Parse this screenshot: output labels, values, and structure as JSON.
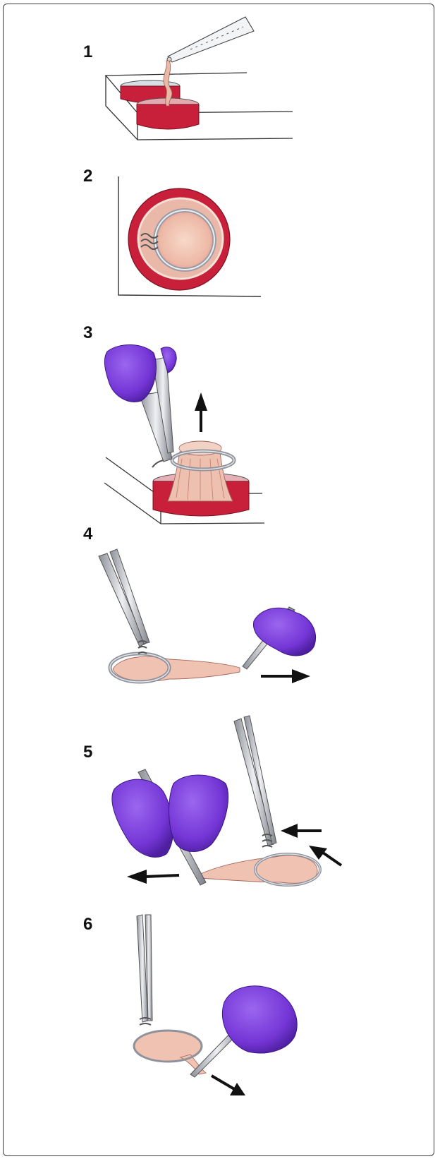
{
  "figure": {
    "steps": [
      {
        "number": "1",
        "illustration": "pipette-transferring-tissue-to-dish"
      },
      {
        "number": "2",
        "illustration": "ring-on-tissue-top-view"
      },
      {
        "number": "3",
        "illustration": "lifting-ring-with-forceps"
      },
      {
        "number": "4",
        "illustration": "pulling-tissue-with-forceps"
      },
      {
        "number": "5",
        "illustration": "stretching-tissue-over-ring"
      },
      {
        "number": "6",
        "illustration": "trimming-excess-tissue"
      }
    ]
  },
  "colors": {
    "medium_red": "#c8203a",
    "glove_purple": "#7b3fd8",
    "tissue_pink": "#f0c6b4",
    "metal_gray": "#b9bcc4",
    "arrow": "#111111"
  }
}
